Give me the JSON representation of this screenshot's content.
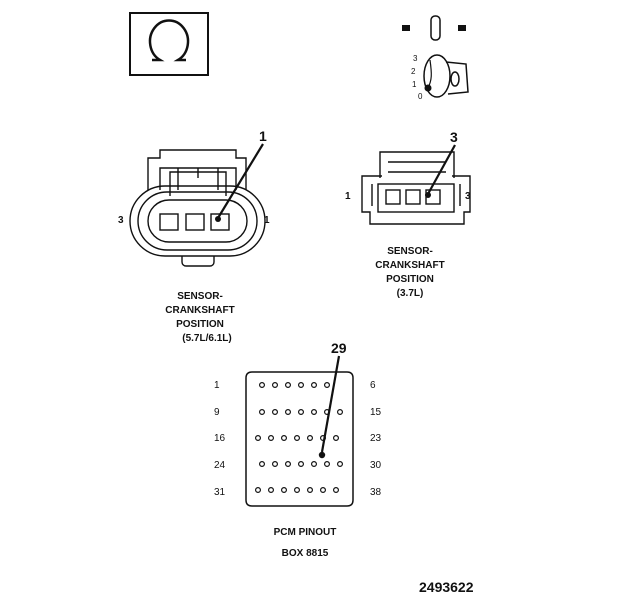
{
  "ohm_symbol": {
    "icon": "ohm-icon",
    "glyph": "Ω"
  },
  "ignition": {
    "icon": "ignition-key-icon",
    "positions": [
      "3",
      "2",
      "1",
      "0"
    ]
  },
  "connector_left": {
    "callout": "1",
    "pin_left": "3",
    "pin_right": "1",
    "caption": [
      "SENSOR-",
      "CRANKSHAFT",
      "POSITION",
      "(5.7L/6.1L)"
    ]
  },
  "connector_right": {
    "callout": "3",
    "pin_left": "1",
    "pin_right": "3",
    "caption": [
      "SENSOR-",
      "CRANKSHAFT",
      "POSITION",
      "(3.7L)"
    ]
  },
  "pcm": {
    "callout": "29",
    "row_labels_left": [
      "1",
      "9",
      "16",
      "24",
      "31"
    ],
    "row_labels_right": [
      "6",
      "15",
      "23",
      "30",
      "38"
    ],
    "caption": [
      "PCM PINOUT",
      "BOX 8815"
    ]
  },
  "figure_id": "2493622"
}
